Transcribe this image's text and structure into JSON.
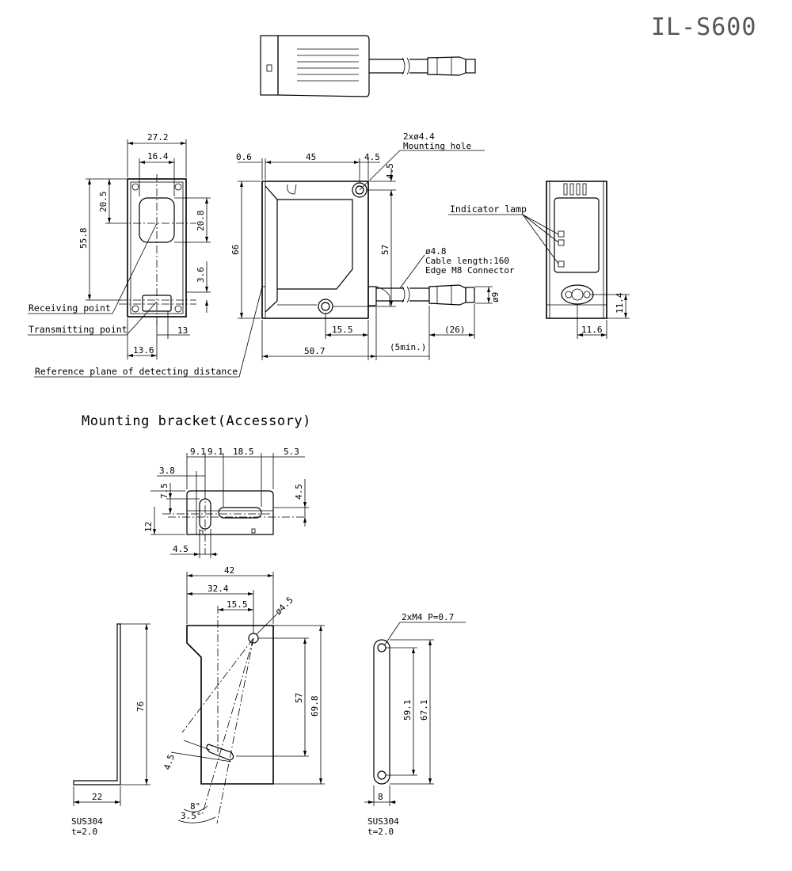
{
  "title": "IL-S600",
  "section_bracket": "Mounting bracket(Accessory)",
  "sensor_front": {
    "width": "27.2",
    "window_width": "16.4",
    "dim_20_5": "20.5",
    "dim_55_8": "55.8",
    "dim_20_8": "20.8",
    "dim_3_6": "3.6",
    "dim_13": "13",
    "dim_13_6": "13.6",
    "receiving_point": "Receiving point",
    "transmitting_point": "Transmitting point",
    "reference_plane": "Reference plane of detecting distance"
  },
  "sensor_side": {
    "dim_0_6": "0.6",
    "dim_45": "45",
    "dim_4_5_top": "4.5",
    "dim_4_5_right": "4.5",
    "mounting_hole_count": "2xø4.4",
    "mounting_hole": "Mounting hole",
    "dim_66": "66",
    "dim_57": "57",
    "cable_dia": "ø4.8",
    "cable_length": "Cable length:160",
    "connector": "Edge M8 Connector",
    "dim_9": "ø9",
    "dim_15_5": "15.5",
    "dim_26": "(26)",
    "dim_50_7": "50.7",
    "dim_5min": "(5min.)"
  },
  "sensor_rear": {
    "indicator_lamp": "Indicator lamp",
    "dim_11_4": "11.4",
    "dim_11_6": "11.6"
  },
  "bracket_top": {
    "dim_9_1a": "9.1",
    "dim_9_1b": "9.1",
    "dim_18_5": "18.5",
    "dim_5_3": "5.3",
    "dim_3_8": "3.8",
    "dim_7_5": "7.5",
    "dim_4_5_right": "4.5",
    "dim_12": "12",
    "dim_4_5_bottom": "4.5"
  },
  "bracket_side": {
    "dim_76": "76",
    "dim_22": "22",
    "material": "SUS304",
    "thickness": "t=2.0"
  },
  "bracket_front": {
    "dim_42": "42",
    "dim_32_4": "32.4",
    "dim_15_5": "15.5",
    "dim_hole": "ø4.5",
    "dim_57": "57",
    "dim_69_8": "69.8",
    "dim_4_5": "4.5",
    "angle_8": "8°",
    "angle_3_5": "3.5°"
  },
  "bracket_plate": {
    "screw_spec": "2xM4  P=0.7",
    "dim_59_1": "59.1",
    "dim_67_1": "67.1",
    "dim_8": "8",
    "material": "SUS304",
    "thickness": "t=2.0"
  }
}
